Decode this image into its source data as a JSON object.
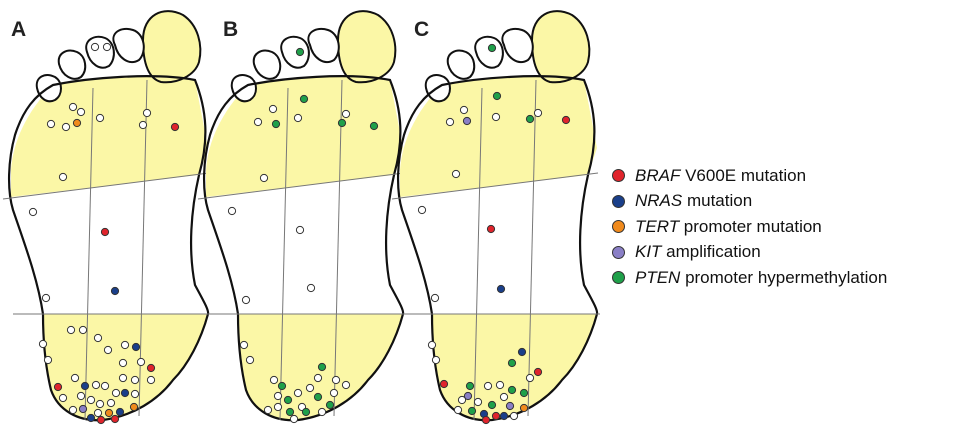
{
  "panels": [
    {
      "letter": "A",
      "id": "a"
    },
    {
      "letter": "B",
      "id": "b"
    },
    {
      "letter": "C",
      "id": "c"
    }
  ],
  "colors": {
    "zone_fill": "#fbf7a6",
    "outline": "#111111",
    "grid": "#777777",
    "open_circle": "#ffffff"
  },
  "legend": [
    {
      "gene": "BRAF",
      "text": " V600E mutation",
      "color": "#e0242c"
    },
    {
      "gene": "NRAS",
      "text": " mutation",
      "color": "#1a3f8a"
    },
    {
      "gene": "TERT",
      "text": " promoter mutation",
      "color": "#f08a1c"
    },
    {
      "gene": "KIT",
      "text": " amplification",
      "color": "#8a7fc6"
    },
    {
      "gene": "PTEN",
      "text": " promoter hypermethylation",
      "color": "#1fa04a"
    }
  ]
}
